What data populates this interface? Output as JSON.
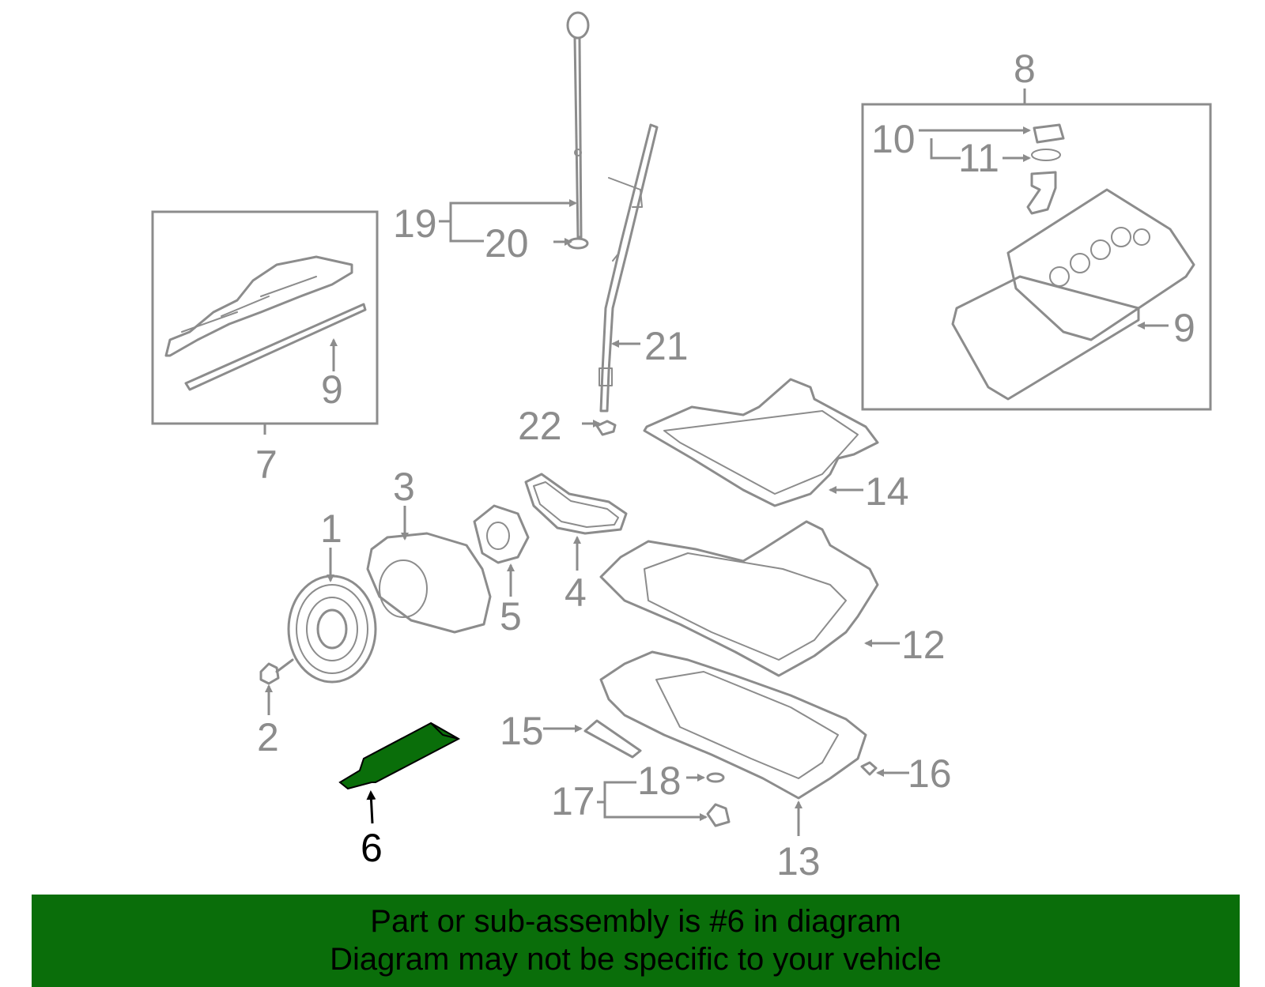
{
  "diagram": {
    "highlight_color": "#0a6e0a",
    "part_color": "#8c8c8c",
    "callouts": {
      "c1": "1",
      "c2": "2",
      "c3": "3",
      "c4": "4",
      "c5": "5",
      "c6": "6",
      "c7": "7",
      "c8": "8",
      "c9a": "9",
      "c9b": "9",
      "c10": "10",
      "c11": "11",
      "c12": "12",
      "c13": "13",
      "c14": "14",
      "c15": "15",
      "c16": "16",
      "c17": "17",
      "c18": "18",
      "c19": "19",
      "c20": "20",
      "c21": "21",
      "c22": "22"
    }
  },
  "banner": {
    "line1": "Part or sub-assembly is #6 in diagram",
    "line2": "Diagram may not be specific to your vehicle",
    "background": "#0a6e0a"
  }
}
